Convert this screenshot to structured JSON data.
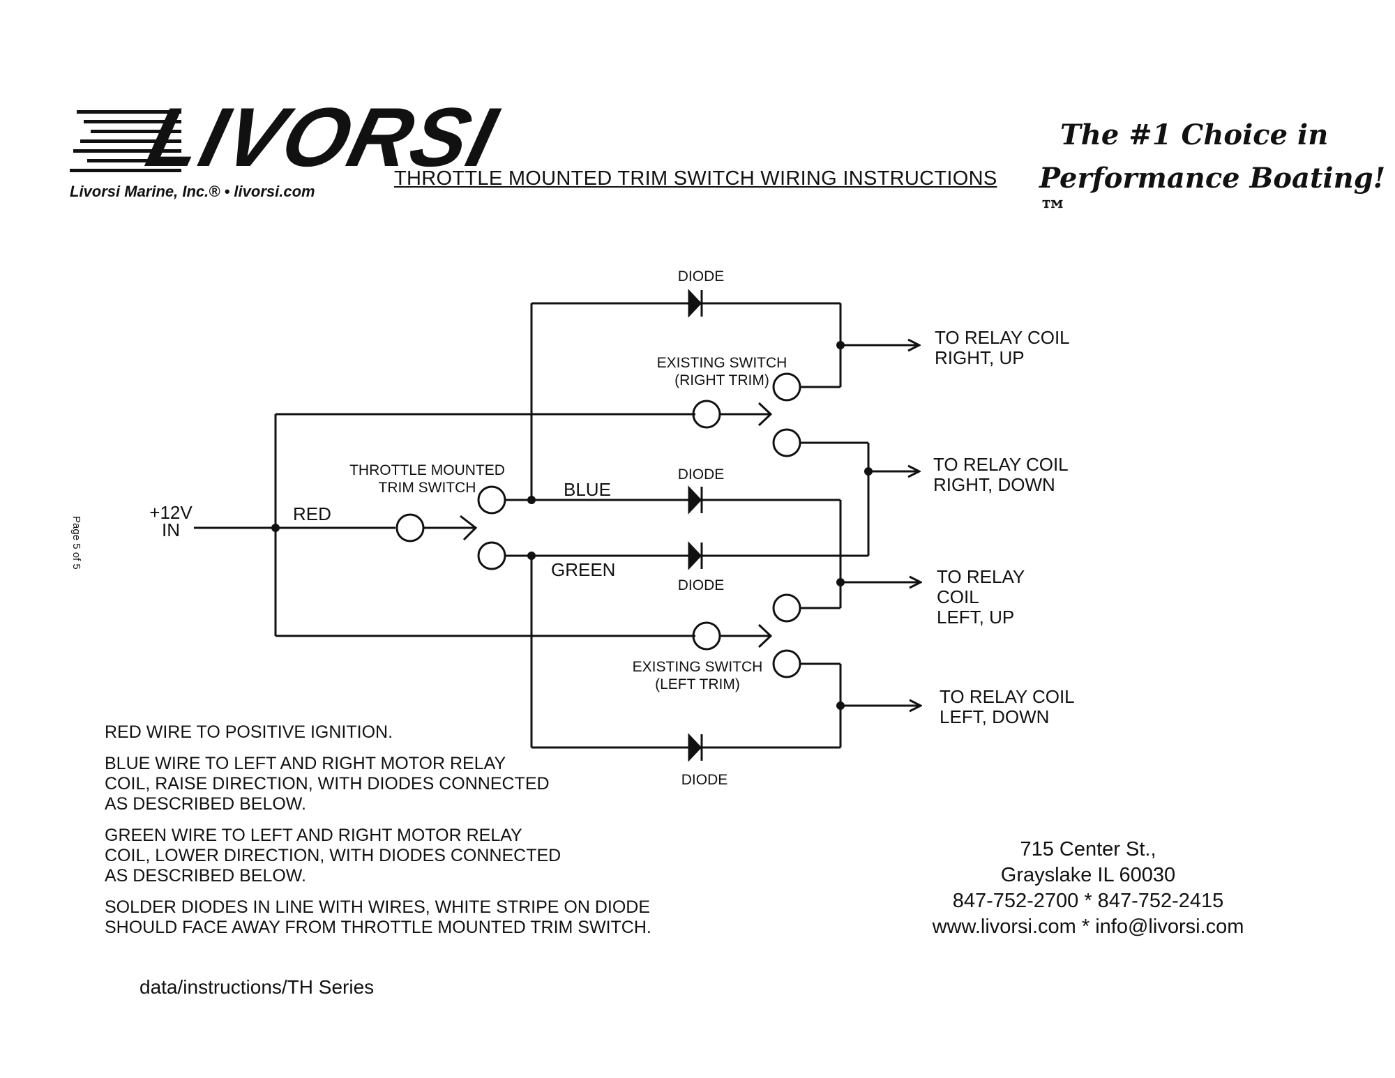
{
  "header": {
    "logo_text": "LIVORSI",
    "company": "Livorsi Marine, Inc.® • livorsi.com",
    "title": "THROTTLE MOUNTED TRIM SWITCH WIRING INSTRUCTIONS",
    "slogan_line1": "The #1 Choice in",
    "slogan_line2": "Performance Boating!™"
  },
  "page_label": "Page 5 of 5",
  "diagram": {
    "input_label": "+12V IN",
    "input_line1": "+12V",
    "input_line2": "IN",
    "red_label": "RED",
    "blue_label": "BLUE",
    "green_label": "GREEN",
    "throttle_switch_line1": "THROTTLE MOUNTED",
    "throttle_switch_line2": "TRIM SWITCH",
    "existing_right_line1": "EXISTING SWITCH",
    "existing_right_line2": "(RIGHT TRIM)",
    "existing_left_line1": "EXISTING SWITCH",
    "existing_left_line2": "(LEFT TRIM)",
    "diode_label": "DIODE",
    "relay_right_up_line1": "TO RELAY COIL",
    "relay_right_up_line2": "RIGHT, UP",
    "relay_right_down_line1": "TO RELAY COIL",
    "relay_right_down_line2": "RIGHT, DOWN",
    "relay_left_up_line1": "TO RELAY",
    "relay_left_up_line2": "COIL",
    "relay_left_up_line3": "LEFT, UP",
    "relay_left_down_line1": "TO RELAY COIL",
    "relay_left_down_line2": "LEFT, DOWN"
  },
  "notes": [
    "RED WIRE TO POSITIVE IGNITION.",
    "BLUE WIRE TO LEFT AND RIGHT MOTOR RELAY\nCOIL, RAISE DIRECTION, WITH DIODES CONNECTED\nAS DESCRIBED BELOW.",
    "GREEN WIRE TO LEFT AND RIGHT MOTOR RELAY\nCOIL, LOWER DIRECTION, WITH DIODES CONNECTED\nAS DESCRIBED BELOW.",
    "SOLDER DIODES IN LINE WITH WIRES, WHITE STRIPE ON DIODE\nSHOULD FACE AWAY FROM THROTTLE MOUNTED TRIM SWITCH."
  ],
  "footer_path": "data/instructions/TH Series",
  "address": {
    "line1": "715 Center St.,",
    "line2": "Grayslake IL 60030",
    "line3": "847-752-2700 * 847-752-2415",
    "line4": "www.livorsi.com * info@livorsi.com"
  }
}
